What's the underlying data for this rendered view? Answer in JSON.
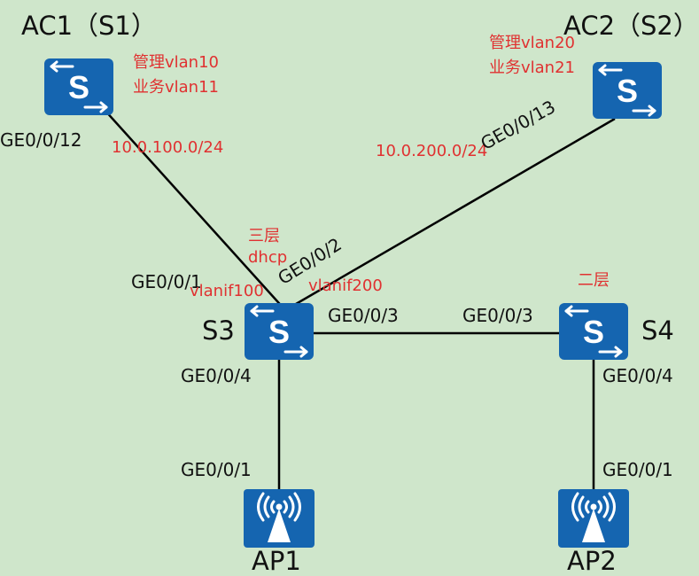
{
  "nodes": {
    "ac1": {
      "label": "AC1（S1）",
      "note_line1": "管理vlan10",
      "note_line2": "业务vlan11",
      "subnet": "10.0.100.0/24",
      "port": "GE0/0/12"
    },
    "ac2": {
      "label": "AC2（S2）",
      "note_line1": "管理vlan20",
      "note_line2": "业务vlan21",
      "subnet": "10.0.200.0/24",
      "port": "GE0/0/13"
    },
    "s3": {
      "label": "S3",
      "note_line1": "三层",
      "note_line2": "dhcp",
      "vlanif_a": "vlanif100",
      "vlanif_b": "vlanif200",
      "port_to_ac1": "GE0/0/1",
      "port_to_ac2": "GE0/0/2",
      "port_to_s4": "GE0/0/3",
      "port_to_ap1": "GE0/0/4"
    },
    "s4": {
      "label": "S4",
      "note": "二层",
      "port_to_s3": "GE0/0/3",
      "port_to_ap2": "GE0/0/4"
    },
    "ap1": {
      "label": "AP1",
      "port": "GE0/0/1"
    },
    "ap2": {
      "label": "AP2",
      "port": "GE0/0/1"
    }
  },
  "icons": {
    "switch": "switch-icon",
    "ap": "wireless-ap-icon"
  },
  "colors": {
    "background": "#cfe6cb",
    "device": "#1565b0",
    "note_text": "#e03131",
    "link": "#000000"
  }
}
